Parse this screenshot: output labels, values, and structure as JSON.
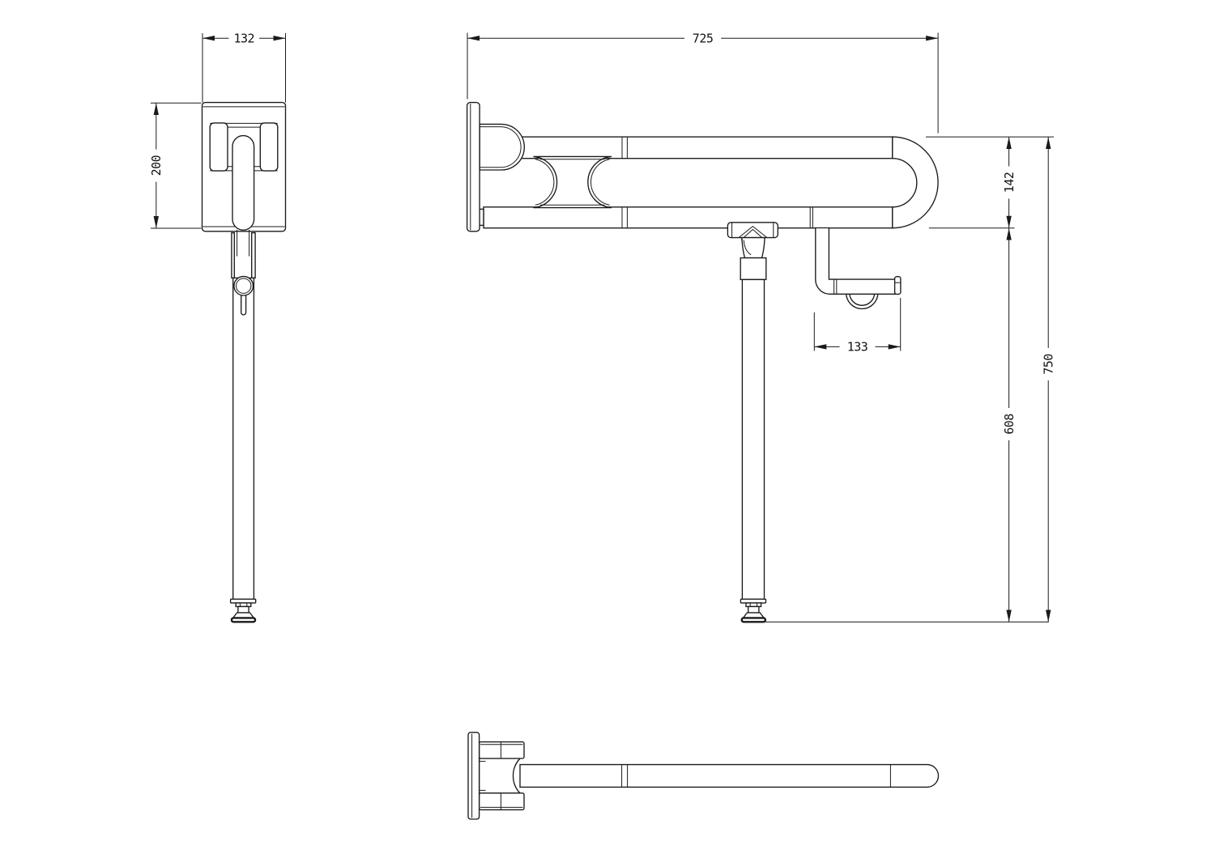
{
  "drawing": {
    "background_color": "#ffffff",
    "line_color": "#1a1a1a",
    "type": "technical-orthographic-drawing",
    "subject": "fold-up grab rail with support leg and paper holder"
  },
  "dimensions": {
    "front_plate_width": "132",
    "front_plate_height": "200",
    "side_bar_length": "725",
    "side_bar_drop": "142",
    "side_holder_width": "133",
    "side_leg_clearance": "608",
    "side_overall_height": "750"
  }
}
